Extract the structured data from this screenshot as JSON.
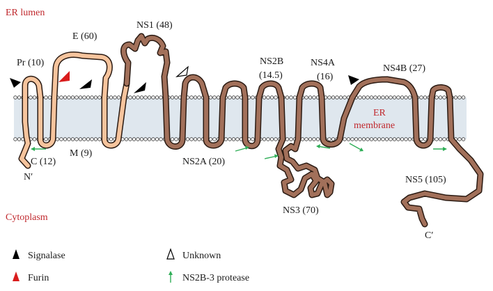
{
  "regions": {
    "lumen": "ER lumen",
    "cytoplasm": "Cytoplasm",
    "membrane_line1": "ER",
    "membrane_line2": "membrane"
  },
  "proteins": {
    "pr": "Pr (10)",
    "e": "E (60)",
    "ns1": "NS1 (48)",
    "ns2b_line1": "NS2B",
    "ns2b_line2": "(14.5)",
    "ns4a_line1": "NS4A",
    "ns4a_line2": "(16)",
    "ns4b": "NS4B (27)",
    "c": "C (12)",
    "m": "M (9)",
    "ns2a": "NS2A (20)",
    "ns3": "NS3 (70)",
    "ns5": "NS5 (105)",
    "n_term": "N′",
    "c_term": "C′"
  },
  "legend": {
    "signalase": "Signalase",
    "furin": "Furin",
    "unknown": "Unknown",
    "protease": "NS2B-3 protease"
  },
  "colors": {
    "structural_fill": "#f6c49d",
    "nonstructural_fill": "#a2705a",
    "outline": "#2a1a12",
    "membrane": "#dfe7ee",
    "label_red": "#c0282d",
    "arrow_green": "#2fae57",
    "signalase": "#000000",
    "furin": "#d91c1c"
  }
}
